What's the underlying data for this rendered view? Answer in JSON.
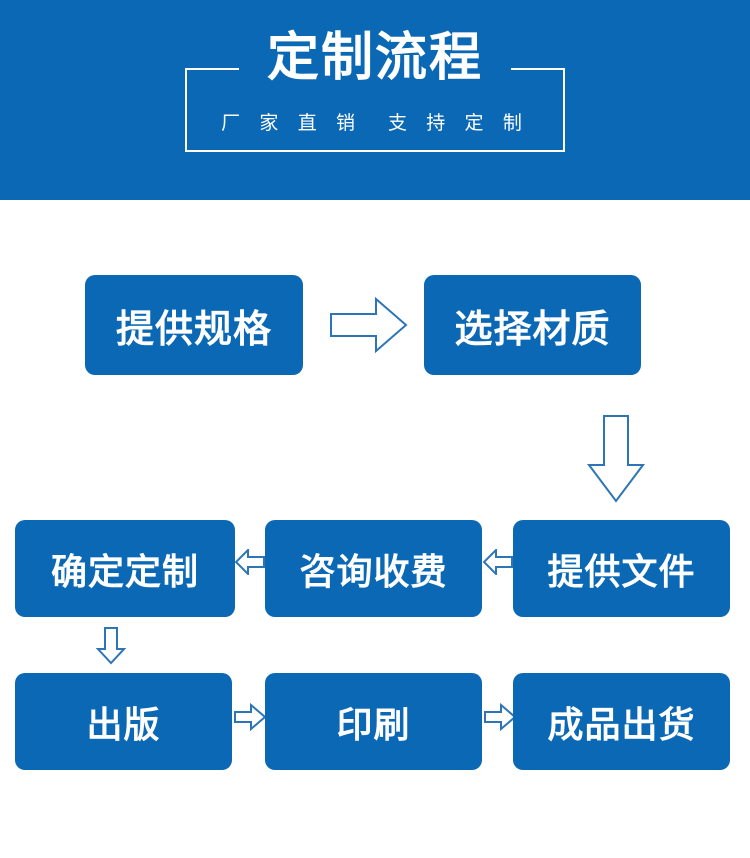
{
  "banner": {
    "title": "定制流程",
    "subtitle": "厂 家 直 销　支 持 定 制",
    "background_color": "#0b68b5",
    "text_color": "#ffffff"
  },
  "theme": {
    "box_color": "#0b68b5",
    "arrow_stroke": "#2e75b6",
    "page_background": "#ffffff"
  },
  "flow": {
    "steps": [
      {
        "id": "spec",
        "label": "提供规格"
      },
      {
        "id": "material",
        "label": "选择材质"
      },
      {
        "id": "file",
        "label": "提供文件"
      },
      {
        "id": "fee",
        "label": "咨询收费"
      },
      {
        "id": "confirm",
        "label": "确定定制"
      },
      {
        "id": "publish",
        "label": "出版"
      },
      {
        "id": "print",
        "label": "印刷"
      },
      {
        "id": "ship",
        "label": "成品出货"
      }
    ],
    "connectors": [
      {
        "id": "spec-material",
        "direction": "right",
        "size": "large"
      },
      {
        "id": "material-file",
        "direction": "down",
        "size": "large"
      },
      {
        "id": "file-fee",
        "direction": "left",
        "size": "small"
      },
      {
        "id": "fee-confirm",
        "direction": "left",
        "size": "small"
      },
      {
        "id": "confirm-publish",
        "direction": "down",
        "size": "small"
      },
      {
        "id": "publish-print",
        "direction": "right",
        "size": "small"
      },
      {
        "id": "print-ship",
        "direction": "right",
        "size": "small"
      }
    ]
  }
}
